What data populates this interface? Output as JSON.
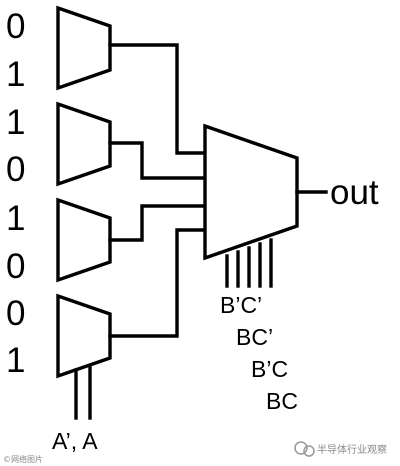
{
  "inputs": [
    "0",
    "1",
    "1",
    "0",
    "1",
    "0",
    "0",
    "1"
  ],
  "output_label": "out",
  "first_stage_select": "A’, A",
  "second_stage_selects": [
    "B’C’",
    "BC’",
    "B’C",
    "BC"
  ],
  "watermark": {
    "text": "半导体行业观察",
    "corner_text": "©网络图片"
  }
}
